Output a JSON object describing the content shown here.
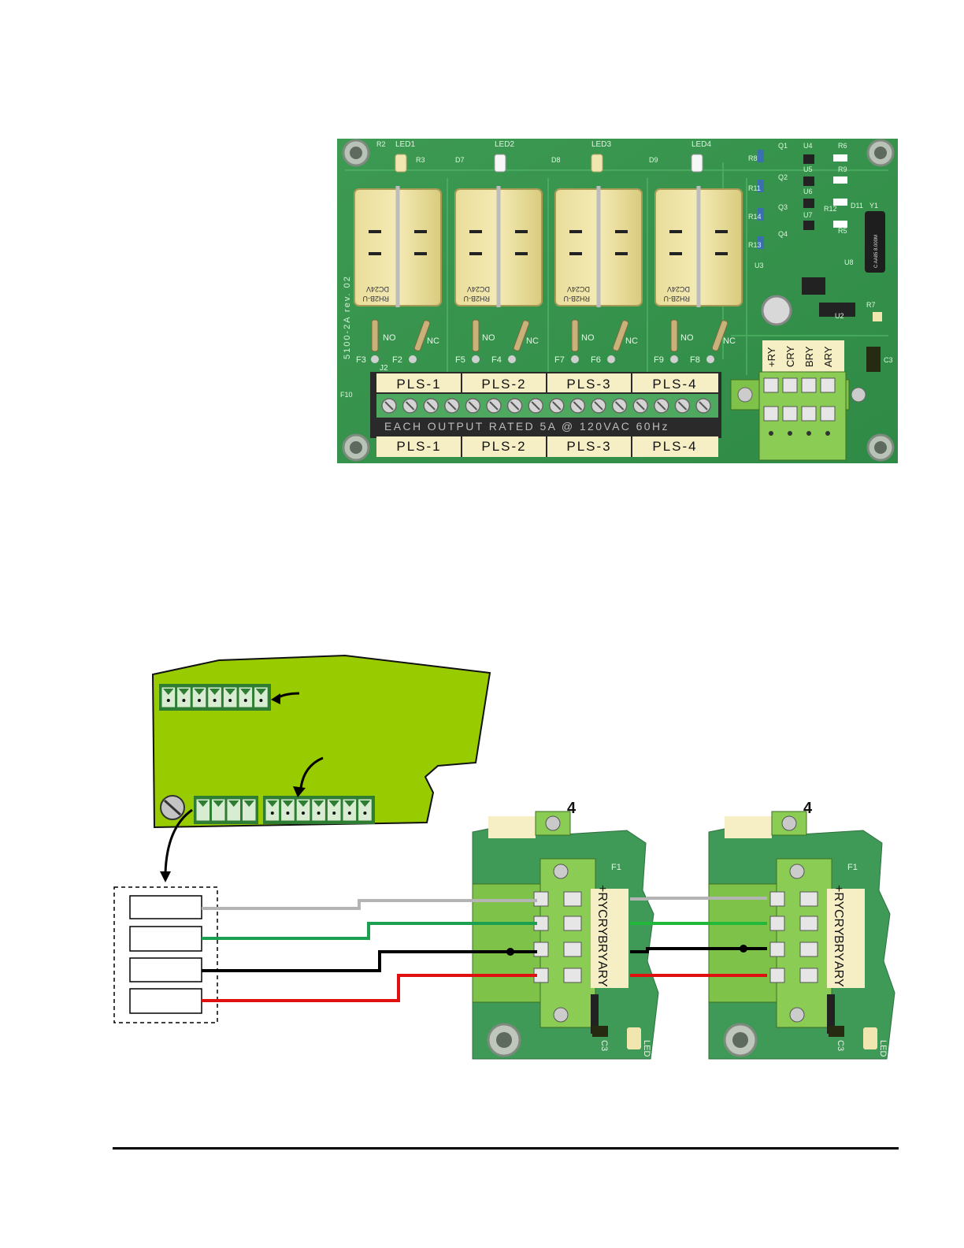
{
  "relay_board": {
    "board_revision": "5100-2A rev. 02",
    "leds": [
      "LED1",
      "LED2",
      "LED3",
      "LED4"
    ],
    "relay_model": "RH2B-U",
    "relay_voltage": "DC24V",
    "contact_labels": {
      "no": "NO",
      "nc": "NC"
    },
    "fuses": [
      "F3",
      "F2",
      "F5",
      "F4",
      "F7",
      "F6",
      "F9",
      "F8"
    ],
    "connector_ref": "J2",
    "output_labels": [
      "PLS-1",
      "PLS-2",
      "PLS-3",
      "PLS-4"
    ],
    "rating_text": "EACH OUTPUT RATED 5A @ 120VAC 60Hz",
    "ry_terminals": [
      "+RY",
      "CRY",
      "BRY",
      "ARY"
    ],
    "component_refs": [
      "Q1",
      "Q2",
      "Q3",
      "Q4",
      "U4",
      "U5",
      "U6",
      "U7",
      "U8",
      "R6",
      "R9",
      "R12",
      "R5",
      "R7",
      "R8",
      "R11",
      "R14",
      "R13",
      "D11",
      "Y1",
      "C3",
      "U3",
      "U2",
      "R2",
      "R3",
      "D7",
      "D8",
      "D9",
      "F10"
    ],
    "crystal_text": "C AA85 8.000M"
  },
  "wiring_diagram": {
    "ry_terminals": [
      "+RY",
      "CRY",
      "BRY",
      "ARY"
    ],
    "wire_colors": [
      "#b4b4b4",
      "#1aa050",
      "#000000",
      "#e01010"
    ],
    "wire_colors_right": [
      "#b4b4b4",
      "#22b83a",
      "#000000",
      "#e01010"
    ],
    "board_color": "#99cc00",
    "board_corner_label": "4",
    "fuse_label": "F1",
    "component_labels": [
      "C3",
      "LED"
    ]
  }
}
